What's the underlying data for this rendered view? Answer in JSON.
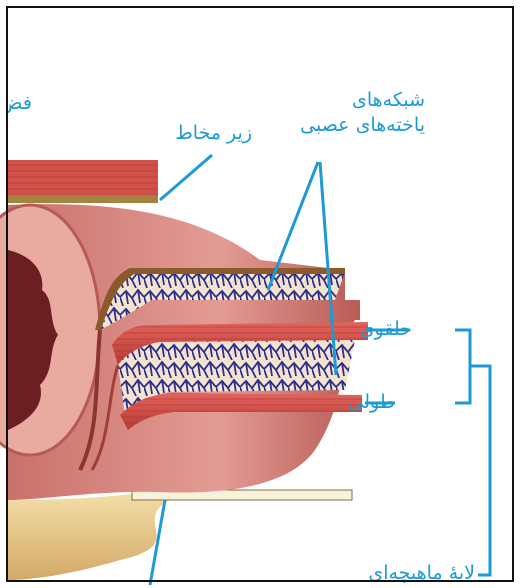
{
  "labels": {
    "top_left_cut": "فض",
    "submucosa": "زیر مخاط",
    "nerve_cell_networks_line1": "شبکه‌های",
    "nerve_cell_networks_line2": "یاخته‌های عصبی",
    "circular": "حلقوی",
    "longitudinal": "طولی",
    "muscle_layer": "لایهٔ ماهیچه‌ای"
  },
  "colors": {
    "label_blue": "#1c9ad6",
    "muscle_red": "#c8403a",
    "nerve_blue": "#2d2f8c",
    "mucosa_pink": "#d98b86",
    "serosa_tan": "#e6c88e"
  }
}
